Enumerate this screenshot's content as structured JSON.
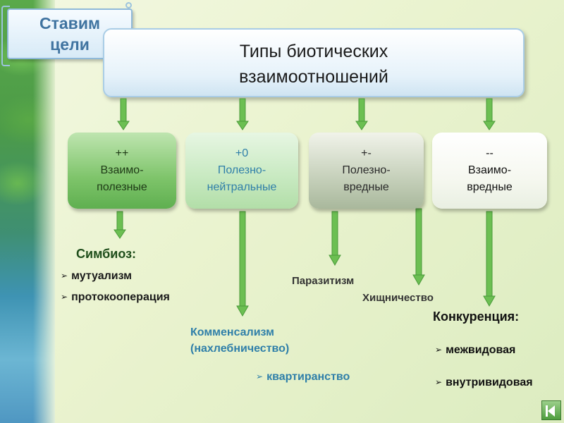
{
  "goal_label": "Ставим\nцели",
  "title": "Типы биотических\nвзаимоотношений",
  "types": [
    {
      "sign": "++",
      "line1": "Взаимо-",
      "line2": "полезные"
    },
    {
      "sign": "+0",
      "line1": "Полезно-",
      "line2": "нейтральные"
    },
    {
      "sign": "+-",
      "line1": "Полезно-",
      "line2": "вредные"
    },
    {
      "sign": "--",
      "line1": "Взаимо-",
      "line2": "вредные"
    }
  ],
  "mutual": {
    "heading": "Симбиоз:",
    "items": [
      "мутуализм",
      "протокооперация"
    ]
  },
  "neutral": {
    "line1": "Комменсализм",
    "line2": "(нахлебничество)",
    "item": "квартиранство"
  },
  "harmful": {
    "item1": "Паразитизм",
    "item2": "Хищничество"
  },
  "competition": {
    "heading": "Конкуренция:",
    "items": [
      "межвидовая",
      "внутривидовая"
    ]
  },
  "colors": {
    "arrow": "#6cbf52",
    "arrow_outline": "#4a9a3a",
    "accent_blue": "#2f7fa9",
    "text_green": "#1e4d1a"
  },
  "icons": {
    "nav": "previous-slide-icon"
  }
}
